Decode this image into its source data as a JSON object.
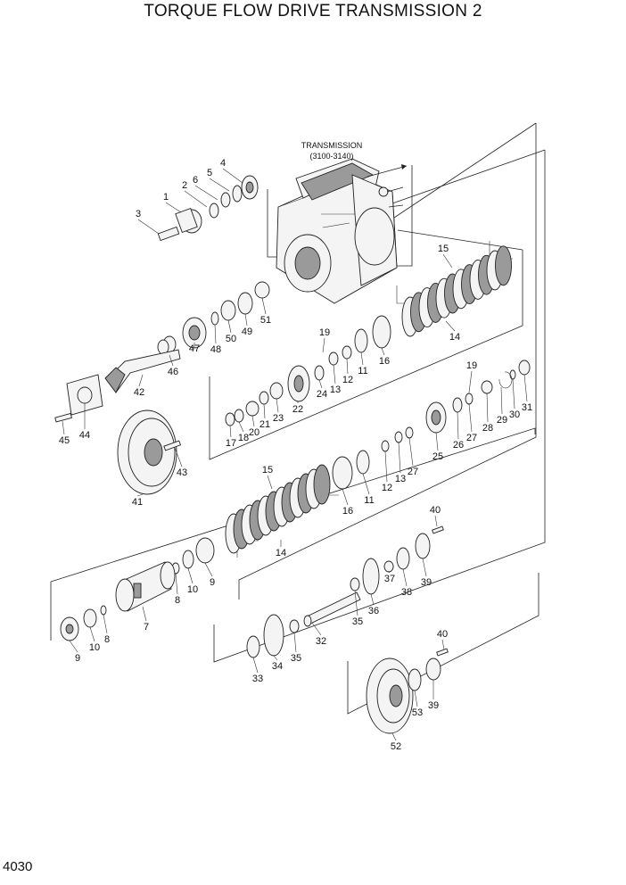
{
  "title": "TORQUE FLOW DRIVE TRANSMISSION 2",
  "page_number": "4030",
  "assembly": {
    "label_name": "TRANSMISSION",
    "label_range": "(3100-3140)"
  },
  "callouts": [
    {
      "id": "c1",
      "label": "1"
    },
    {
      "id": "c2",
      "label": "2"
    },
    {
      "id": "c3",
      "label": "3"
    },
    {
      "id": "c4",
      "label": "4"
    },
    {
      "id": "c5",
      "label": "5"
    },
    {
      "id": "c6",
      "label": "6"
    },
    {
      "id": "c15a",
      "label": "15"
    },
    {
      "id": "c14a",
      "label": "14"
    },
    {
      "id": "c51",
      "label": "51"
    },
    {
      "id": "c49",
      "label": "49"
    },
    {
      "id": "c50",
      "label": "50"
    },
    {
      "id": "c48",
      "label": "48"
    },
    {
      "id": "c47",
      "label": "47"
    },
    {
      "id": "c46",
      "label": "46"
    },
    {
      "id": "c42",
      "label": "42"
    },
    {
      "id": "c19a",
      "label": "19"
    },
    {
      "id": "c24",
      "label": "24"
    },
    {
      "id": "c13a",
      "label": "13"
    },
    {
      "id": "c12a",
      "label": "12"
    },
    {
      "id": "c11a",
      "label": "11"
    },
    {
      "id": "c16a",
      "label": "16"
    },
    {
      "id": "c45",
      "label": "45"
    },
    {
      "id": "c44",
      "label": "44"
    },
    {
      "id": "c22",
      "label": "22"
    },
    {
      "id": "c23",
      "label": "23"
    },
    {
      "id": "c21",
      "label": "21"
    },
    {
      "id": "c20",
      "label": "20"
    },
    {
      "id": "c18",
      "label": "18"
    },
    {
      "id": "c17",
      "label": "17"
    },
    {
      "id": "c19b",
      "label": "19"
    },
    {
      "id": "c29",
      "label": "29"
    },
    {
      "id": "c30",
      "label": "30"
    },
    {
      "id": "c31",
      "label": "31"
    },
    {
      "id": "c28",
      "label": "28"
    },
    {
      "id": "c27a",
      "label": "27"
    },
    {
      "id": "c26",
      "label": "26"
    },
    {
      "id": "c25",
      "label": "25"
    },
    {
      "id": "c27b",
      "label": "27"
    },
    {
      "id": "c13b",
      "label": "13"
    },
    {
      "id": "c12b",
      "label": "12"
    },
    {
      "id": "c11b",
      "label": "11"
    },
    {
      "id": "c16b",
      "label": "16"
    },
    {
      "id": "c43",
      "label": "43"
    },
    {
      "id": "c41",
      "label": "41"
    },
    {
      "id": "c15b",
      "label": "15"
    },
    {
      "id": "c14b",
      "label": "14"
    },
    {
      "id": "c40a",
      "label": "40"
    },
    {
      "id": "c39a",
      "label": "39"
    },
    {
      "id": "c38",
      "label": "38"
    },
    {
      "id": "c37",
      "label": "37"
    },
    {
      "id": "c36",
      "label": "36"
    },
    {
      "id": "c35a",
      "label": "35"
    },
    {
      "id": "c9a",
      "label": "9"
    },
    {
      "id": "c10a",
      "label": "10"
    },
    {
      "id": "c8a",
      "label": "8"
    },
    {
      "id": "c7",
      "label": "7"
    },
    {
      "id": "c8b",
      "label": "8"
    },
    {
      "id": "c10b",
      "label": "10"
    },
    {
      "id": "c9b",
      "label": "9"
    },
    {
      "id": "c32",
      "label": "32"
    },
    {
      "id": "c35b",
      "label": "35"
    },
    {
      "id": "c34",
      "label": "34"
    },
    {
      "id": "c33",
      "label": "33"
    },
    {
      "id": "c40b",
      "label": "40"
    },
    {
      "id": "c53",
      "label": "53"
    },
    {
      "id": "c39b",
      "label": "39"
    },
    {
      "id": "c52",
      "label": "52"
    }
  ]
}
